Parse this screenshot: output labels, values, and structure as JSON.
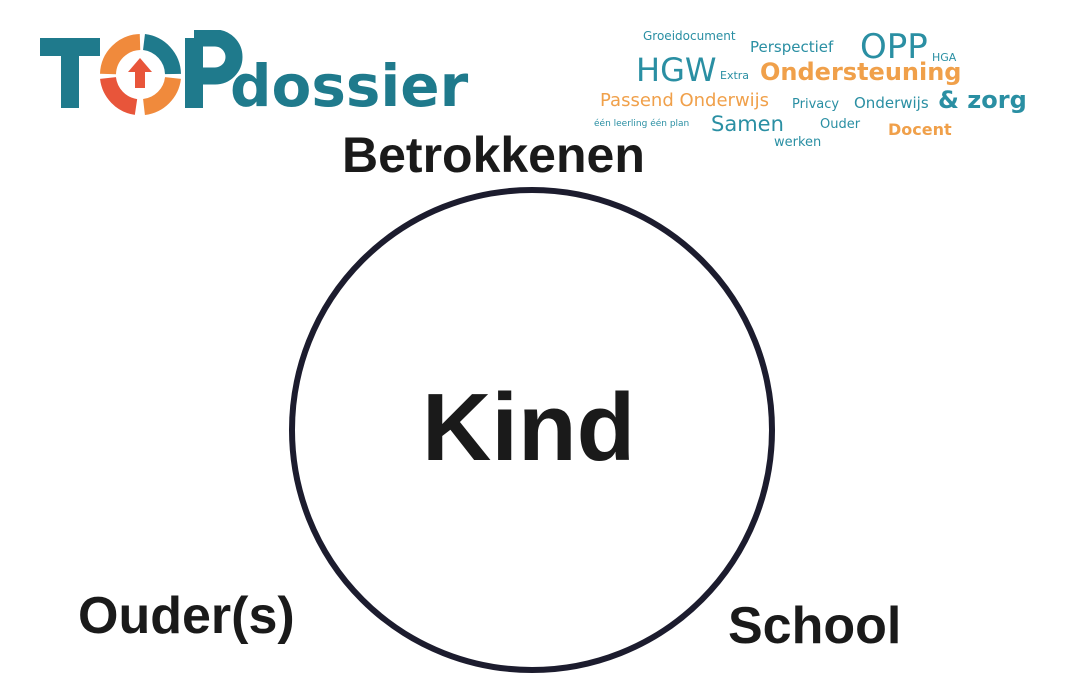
{
  "logo": {
    "text": "TOP dossier",
    "colors": {
      "teal": "#1f7a8c",
      "orange": "#f08a3c",
      "red": "#e8553a"
    }
  },
  "wordcloud": {
    "words": [
      {
        "text": "Groeidocument",
        "color": "teal"
      },
      {
        "text": "Perspectief",
        "color": "teal"
      },
      {
        "text": "OPP",
        "color": "teal"
      },
      {
        "text": "HGA",
        "color": "teal"
      },
      {
        "text": "HGW",
        "color": "teal"
      },
      {
        "text": "Extra",
        "color": "teal"
      },
      {
        "text": "Ondersteuning",
        "color": "orange"
      },
      {
        "text": "Passend Onderwijs",
        "color": "orange"
      },
      {
        "text": "Privacy",
        "color": "teal"
      },
      {
        "text": "Onderwijs",
        "color": "teal"
      },
      {
        "text": "& zorg",
        "color": "teal"
      },
      {
        "text": "één leerling één plan",
        "color": "teal"
      },
      {
        "text": "Samen",
        "color": "teal"
      },
      {
        "text": "werken",
        "color": "teal"
      },
      {
        "text": "Ouder",
        "color": "teal"
      },
      {
        "text": "Docent",
        "color": "orange"
      }
    ]
  },
  "diagram": {
    "top_label": "Betrokkenen",
    "center": "Kind",
    "left_label": "Ouder(s)",
    "right_label": "School"
  }
}
